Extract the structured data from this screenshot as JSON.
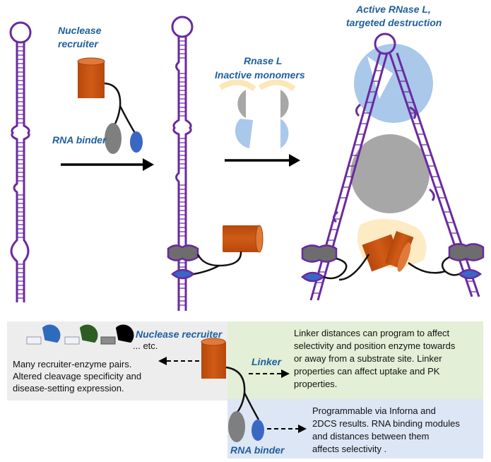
{
  "top": {
    "nuclease_recruiter_line1": "Nuclease",
    "nuclease_recruiter_line2": "recruiter",
    "rna_binder": "RNA binder",
    "rnase_line1": "Rnase L",
    "rnase_line2": "Inactive monomers",
    "active_line1": "Active RNase L,",
    "active_line2": "targeted destruction"
  },
  "bottom": {
    "nuclease_recruiter": "Nuclease recruiter",
    "etc": "... etc.",
    "recruiter_text": [
      "Many recruiter-enzyme pairs.",
      "Altered cleavage specificity and",
      "disease-setting expression."
    ],
    "linker": "Linker",
    "linker_text": [
      "Linker distances can program to  affect",
      "selectivity and position enzyme towards",
      "or away from a substrate site.  Linker",
      "properties can affect uptake and PK",
      "properties."
    ],
    "rna_binder": "RNA binder",
    "binder_text": [
      "Programmable via Inforna and",
      "2DCS results. RNA binding modules",
      "and distances between them",
      "affects selectivity ."
    ]
  },
  "colors": {
    "rna": "#6a2aa0",
    "recruiter": "#c85412",
    "binder_gray": "#7f7f7f",
    "binder_blue": "#3b67c4",
    "rnase_gray": "#a7a7a7",
    "rnase_blue": "#a9c8ea",
    "label_blue": "#1f5f9e",
    "panel_gray": "#ededed",
    "panel_green": "#e3efd6",
    "panel_blue": "#dde6f5"
  }
}
